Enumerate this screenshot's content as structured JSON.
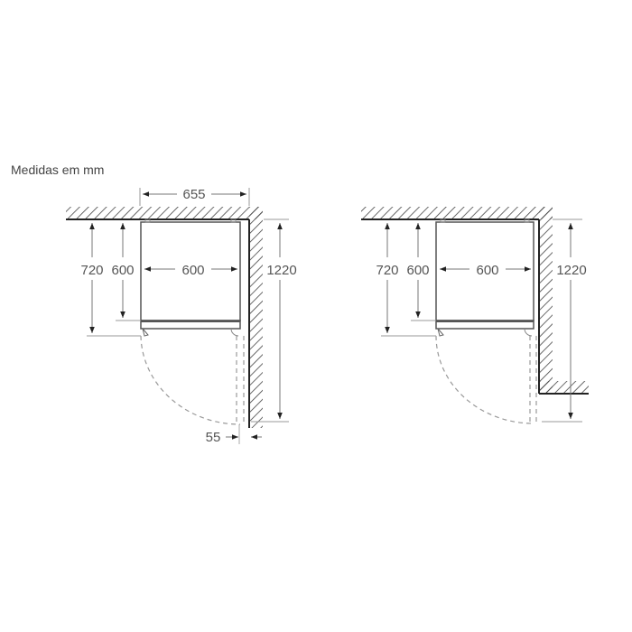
{
  "caption": "Medidas em mm",
  "colors": {
    "line": "#333333",
    "dim": "#777777",
    "hatch": "#444444",
    "text": "#555555"
  },
  "diagrams": [
    {
      "name": "built-in-left",
      "dims": {
        "total_width": "655",
        "depth_open": "720",
        "depth_body": "600",
        "width": "600",
        "total_depth_open_door": "1220",
        "side_clearance": "55"
      }
    },
    {
      "name": "built-in-right",
      "dims": {
        "depth_open": "720",
        "depth_body": "600",
        "width": "600",
        "total_depth_open_door": "1220"
      }
    }
  ]
}
